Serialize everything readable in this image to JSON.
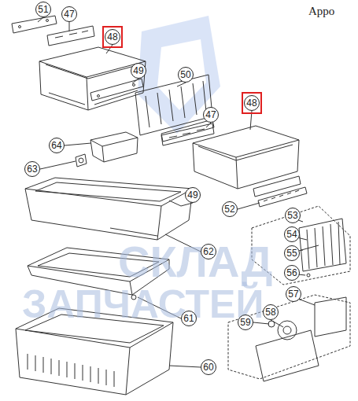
{
  "diagram": {
    "nodes": [
      {
        "text": [
          "51"
        ]
      },
      {
        "text": [
          "47"
        ]
      },
      {
        "text": [
          "48"
        ]
      },
      {
        "text": [
          "49"
        ]
      },
      {
        "text": [
          "50"
        ]
      },
      {
        "text": [
          "64"
        ]
      },
      {
        "text": [
          "47"
        ]
      },
      {
        "text": [
          "48"
        ]
      },
      {
        "text": [
          "63"
        ]
      },
      {
        "text": [
          "49"
        ]
      },
      {
        "text": [
          "52"
        ]
      },
      {
        "text": [
          "53"
        ]
      },
      {
        "text": [
          "54"
        ]
      },
      {
        "text": [
          "55"
        ]
      },
      {
        "text": [
          "62"
        ]
      },
      {
        "text": [
          "56"
        ]
      },
      {
        "text": [
          "57"
        ]
      },
      {
        "text": [
          "58"
        ]
      },
      {
        "text": [
          "61"
        ]
      },
      {
        "text": [
          "59"
        ]
      },
      {
        "text": [
          "60"
        ]
      }
    ],
    "labels": [
      "Appo",
      "СКЛАД",
      "ЗАПЧАСТЕЙ"
    ]
  }
}
